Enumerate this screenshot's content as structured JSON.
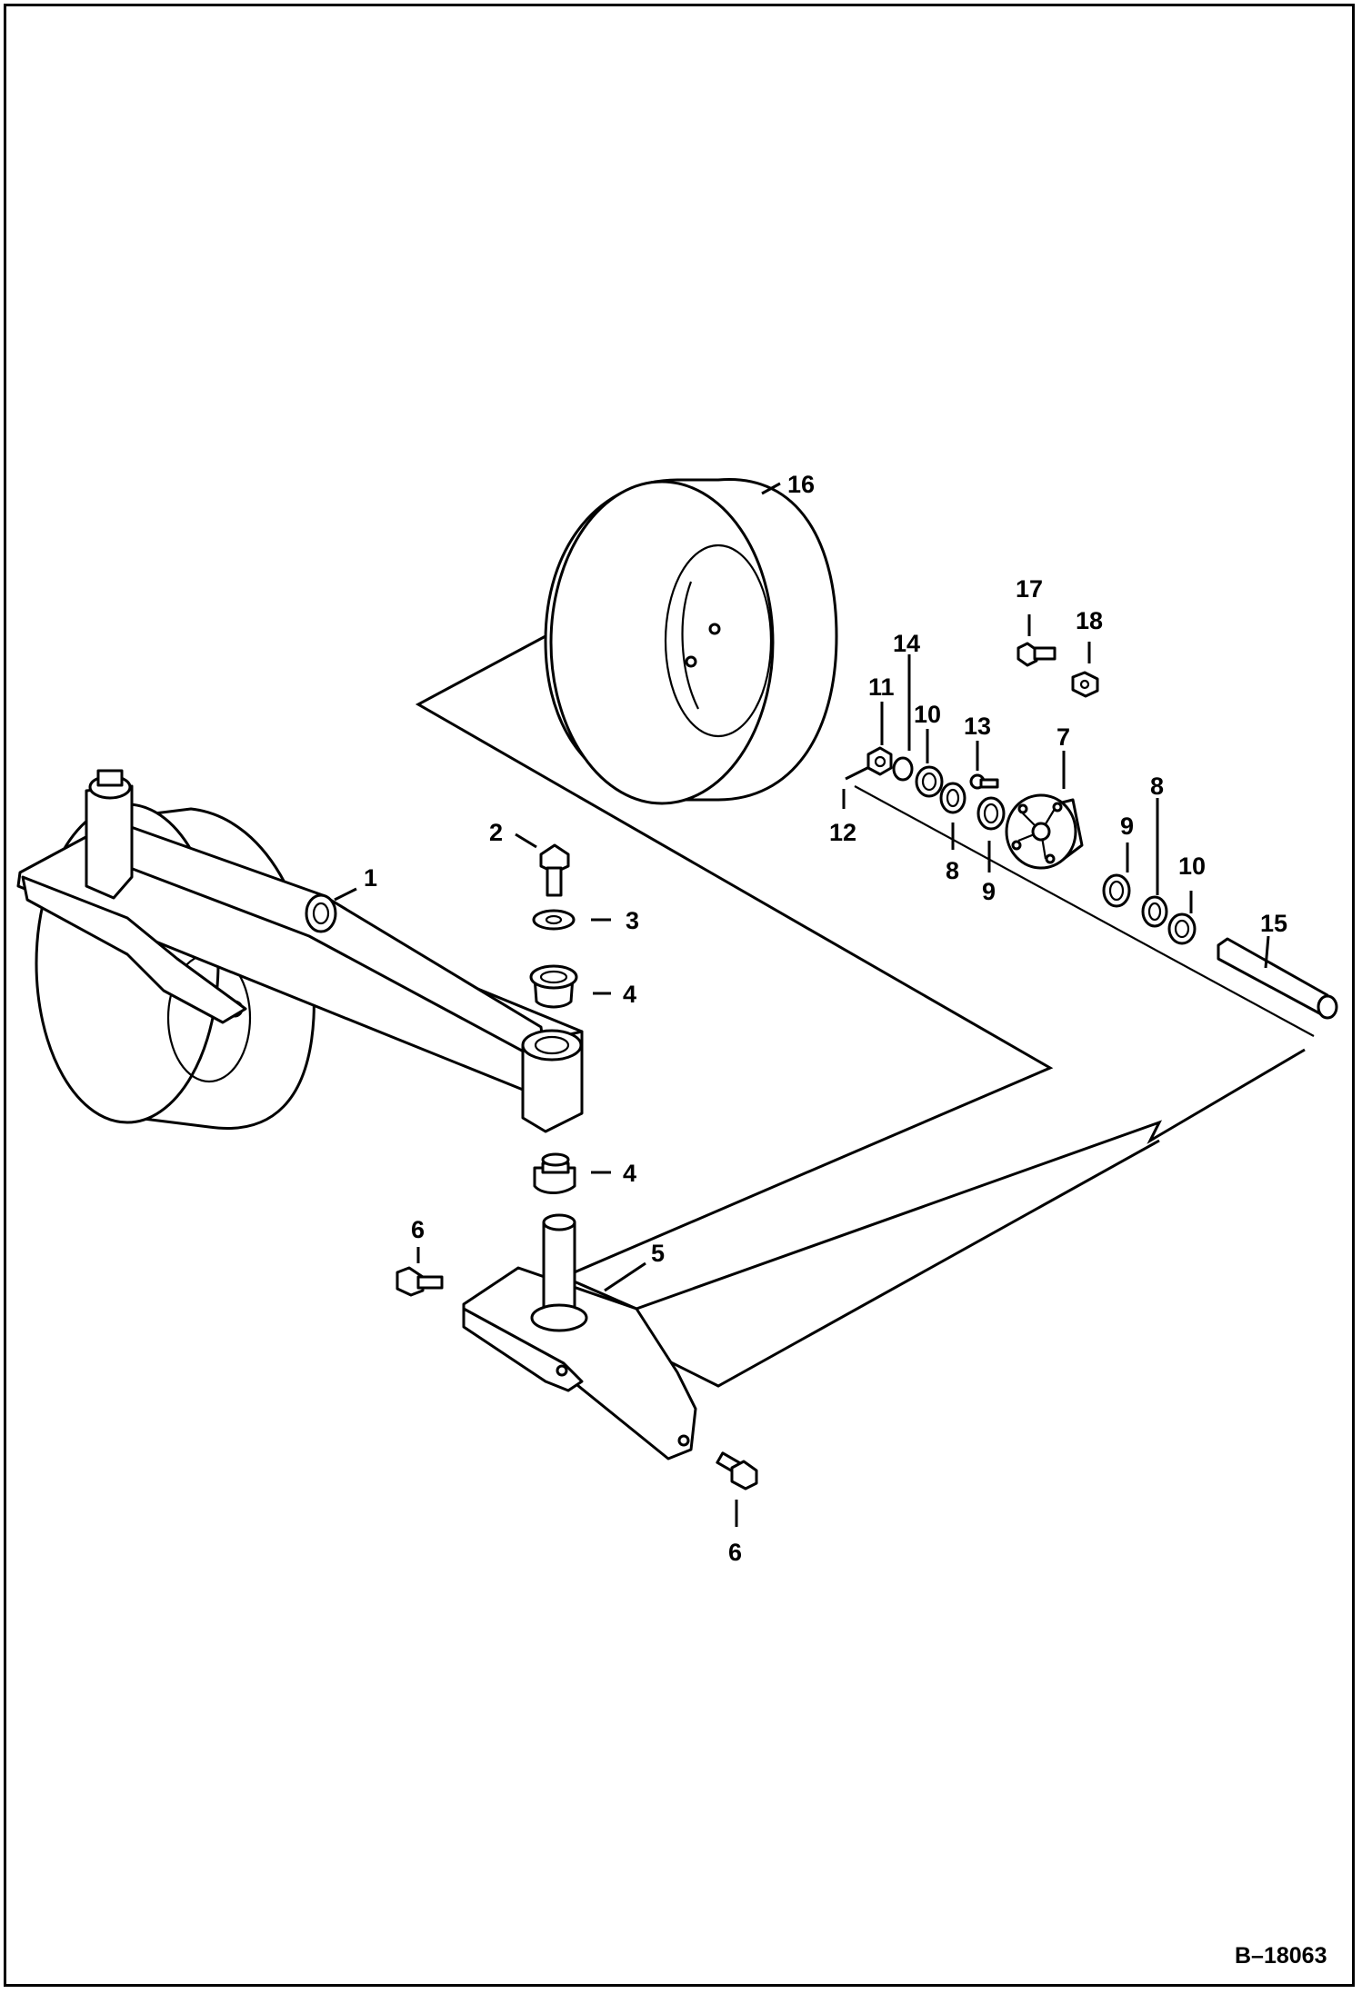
{
  "drawing": {
    "id": "B–18063",
    "callouts": {
      "c1": "1",
      "c2": "2",
      "c3": "3",
      "c4a": "4",
      "c4b": "4",
      "c5": "5",
      "c6a": "6",
      "c6b": "6",
      "c7": "7",
      "c8a": "8",
      "c8b": "8",
      "c9a": "9",
      "c9b": "9",
      "c10a": "10",
      "c10b": "10",
      "c11": "11",
      "c12": "12",
      "c13": "13",
      "c14": "14",
      "c15": "15",
      "c16": "16",
      "c17": "17",
      "c18": "18"
    }
  }
}
